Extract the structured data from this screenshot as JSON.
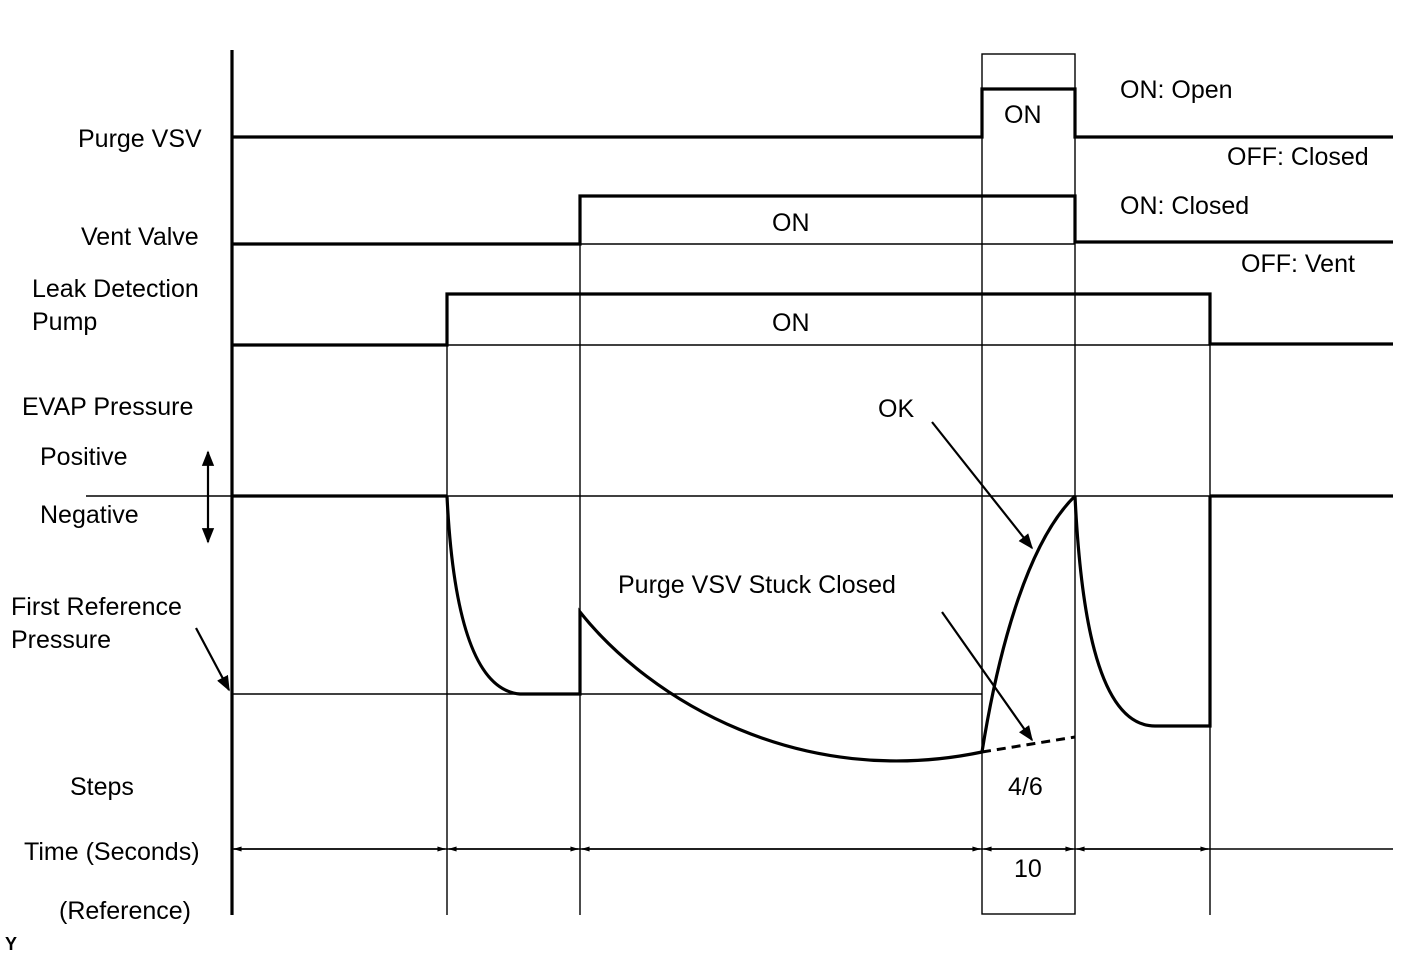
{
  "rows": {
    "purge_vsv": "Purge VSV",
    "vent_valve": "Vent Valve",
    "leak_pump_line1": "Leak Detection",
    "leak_pump_line2": "Pump",
    "evap_pressure": "EVAP Pressure",
    "positive": "Positive",
    "negative": "Negative",
    "first_ref_line1": "First Reference",
    "first_ref_line2": "Pressure",
    "steps": "Steps",
    "time_seconds": "Time (Seconds)",
    "reference": "(Reference)"
  },
  "states": {
    "purge_on": "ON",
    "vent_on": "ON",
    "pump_on": "ON",
    "purge_on_meaning": "ON: Open",
    "purge_off_meaning": "OFF: Closed",
    "vent_on_meaning": "ON: Closed",
    "vent_off_meaning": "OFF: Vent"
  },
  "annotations": {
    "ok": "OK",
    "stuck_closed": "Purge VSV Stuck Closed",
    "step_value": "4/6",
    "time_value": "10"
  },
  "footer": {
    "corner_mark": "Y"
  }
}
